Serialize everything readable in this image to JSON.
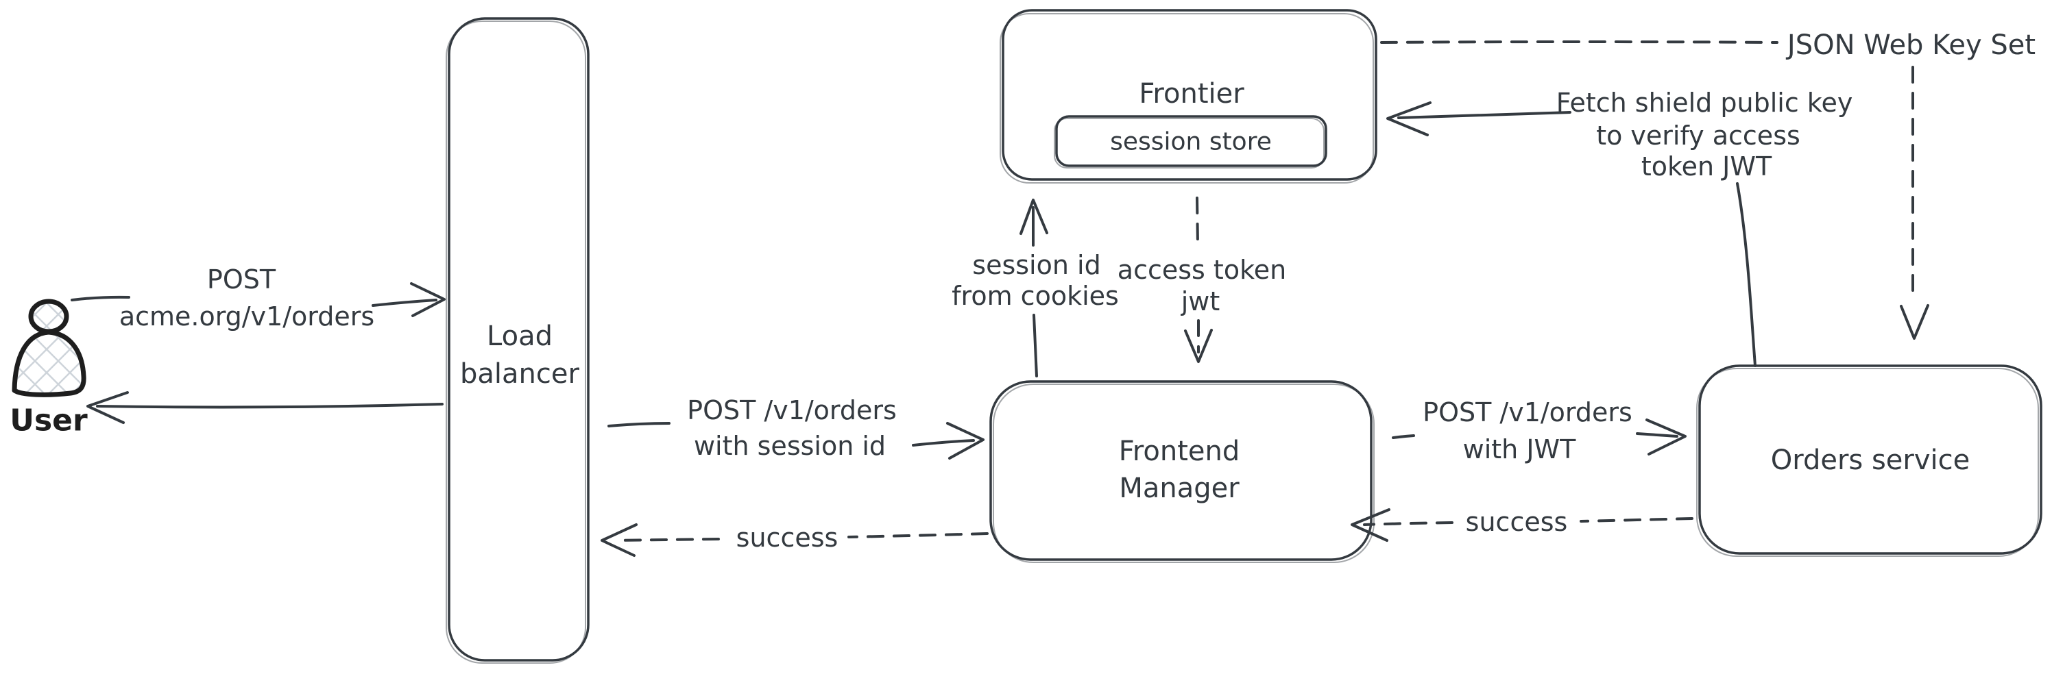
{
  "diagram": {
    "colors": {
      "stroke": "#343a40",
      "user_stroke": "#1e1e1e",
      "hatch": "#ced4da",
      "background": "#ffffff"
    },
    "nodes": {
      "user": {
        "label": "User"
      },
      "load_balancer": {
        "line1": "Load",
        "line2": "balancer"
      },
      "frontier": {
        "label": "Frontier"
      },
      "session_store": {
        "label": "session store"
      },
      "frontend_manager": {
        "line1": "Frontend",
        "line2": "Manager"
      },
      "orders_service": {
        "label": "Orders service"
      }
    },
    "edges": {
      "user_to_lb": {
        "line1": "POST",
        "line2": "acme.org/v1/orders",
        "style": "solid"
      },
      "lb_to_user": {
        "style": "solid"
      },
      "lb_to_fm": {
        "line1": "POST /v1/orders",
        "line2": "with session id",
        "style": "solid"
      },
      "fm_to_lb": {
        "label": "success",
        "style": "dashed"
      },
      "fm_to_frontier": {
        "line1": "session id",
        "line2": "from cookies",
        "style": "solid"
      },
      "frontier_to_fm": {
        "line1": "access token",
        "line2": "jwt",
        "style": "dashed"
      },
      "fm_to_orders": {
        "line1": "POST /v1/orders",
        "line2": "with JWT",
        "style": "solid"
      },
      "orders_to_fm": {
        "label": "success",
        "style": "dashed"
      },
      "orders_to_frontier": {
        "line1": "Fetch shield public key",
        "line2": "to verify access",
        "line3": "token JWT",
        "style": "solid"
      },
      "frontier_to_jwks": {
        "label": "JSON Web Key Set",
        "style": "dashed"
      }
    }
  }
}
